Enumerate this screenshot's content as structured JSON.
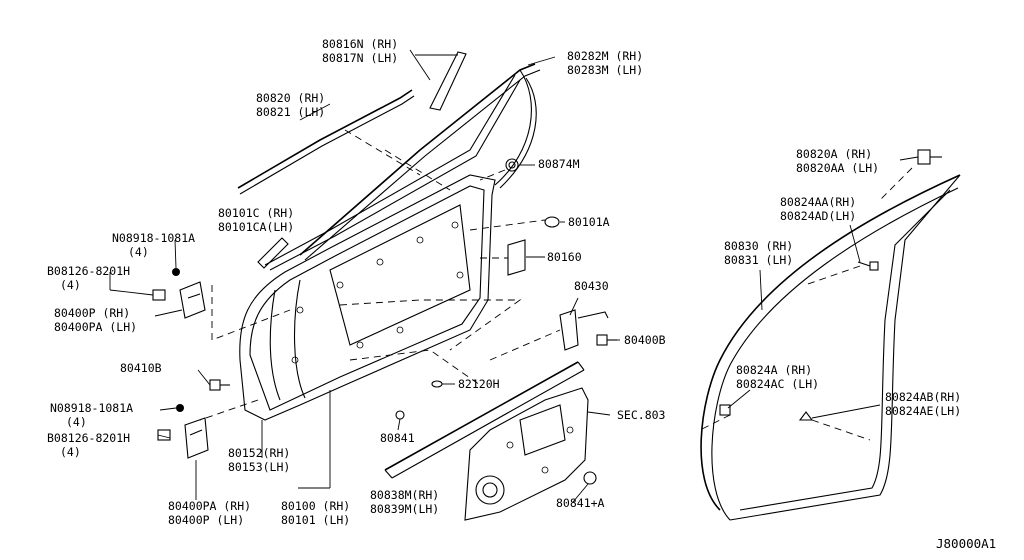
{
  "diagram_id": "J80000A1",
  "labels": {
    "p80816": [
      "80816N (RH)",
      "80817N (LH)"
    ],
    "p80282": [
      "80282M (RH)",
      "80283M (LH)"
    ],
    "p80820": [
      "80820 (RH)",
      "80821 (LH)"
    ],
    "p80874": [
      "80874M"
    ],
    "p80820a": [
      "80820A  (RH)",
      "80820AA (LH)"
    ],
    "p80101c": [
      "80101C (RH)",
      "80101CA(LH)"
    ],
    "p80101a": [
      "80101A"
    ],
    "p80824aa": [
      "80824AA(RH)",
      "80824AD(LH)"
    ],
    "n08918_top": [
      "N08918-1081A",
      "(4)"
    ],
    "p80160": [
      "80160"
    ],
    "p80830": [
      "80830 (RH)",
      "80831 (LH)"
    ],
    "b08126_top": [
      "B08126-8201H",
      "(4)"
    ],
    "p80430": [
      "80430"
    ],
    "p80400p_top": [
      "80400P  (RH)",
      "80400PA (LH)"
    ],
    "p80400b": [
      "80400B"
    ],
    "p80410b": [
      "80410B"
    ],
    "p82120h": [
      "82120H"
    ],
    "p80824a": [
      "80824A  (RH)",
      "80824AC (LH)"
    ],
    "n08918_bot": [
      "N08918-1081A",
      "(4)"
    ],
    "p80824ab": [
      "80824AB(RH)",
      "80824AE(LH)"
    ],
    "sec803": [
      "SEC.803"
    ],
    "p80841": [
      "80841"
    ],
    "b08126_bot": [
      "B08126-8201H",
      "(4)"
    ],
    "p80152": [
      "80152(RH)",
      "80153(LH)"
    ],
    "p80838": [
      "80838M(RH)",
      "80839M(LH)"
    ],
    "p80841a": [
      "80841+A"
    ],
    "p80400pa_bot": [
      "80400PA (RH)",
      "80400P  (LH)"
    ],
    "p80100": [
      "80100 (RH)",
      "80101 (LH)"
    ]
  }
}
